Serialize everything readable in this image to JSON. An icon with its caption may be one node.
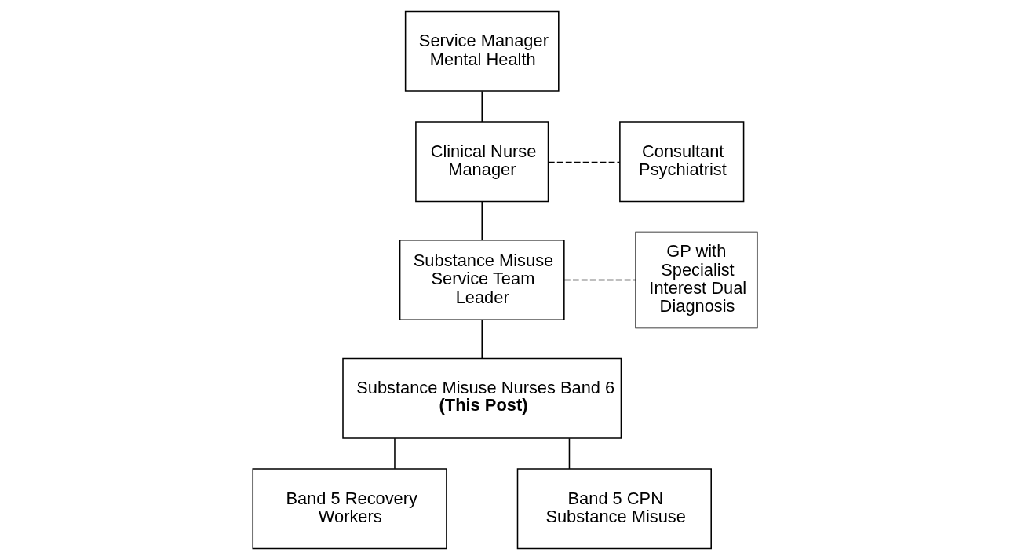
{
  "diagram": {
    "nodes": [
      {
        "text": [
          "Service Manager Mental Health"
        ]
      },
      {
        "text": [
          "Clinical Nurse Manager"
        ]
      },
      {
        "text": [
          "Consultant Psychiatrist"
        ]
      },
      {
        "text": [
          "Substance Misuse Service Team Leader"
        ]
      },
      {
        "text": [
          "GP with Specialist Interest Dual Diagnosis"
        ]
      },
      {
        "text": [
          "Substance Misuse Nurses Band 6",
          "(This Post)"
        ]
      },
      {
        "text": [
          "Band 5 Recovery Workers"
        ]
      },
      {
        "text": [
          "Band 5 CPN Substance Misuse"
        ]
      }
    ],
    "edges": [
      {
        "from": 0,
        "to": 1,
        "arrow": "none"
      },
      {
        "from": 1,
        "to": 2,
        "arrow": "none",
        "style": "dashed"
      },
      {
        "from": 1,
        "to": 3,
        "arrow": "none"
      },
      {
        "from": 3,
        "to": 4,
        "arrow": "none",
        "style": "dashed"
      },
      {
        "from": 3,
        "to": 5,
        "arrow": "none"
      },
      {
        "from": 5,
        "to": 6,
        "arrow": "none"
      },
      {
        "from": 5,
        "to": 7,
        "arrow": "none"
      }
    ]
  }
}
